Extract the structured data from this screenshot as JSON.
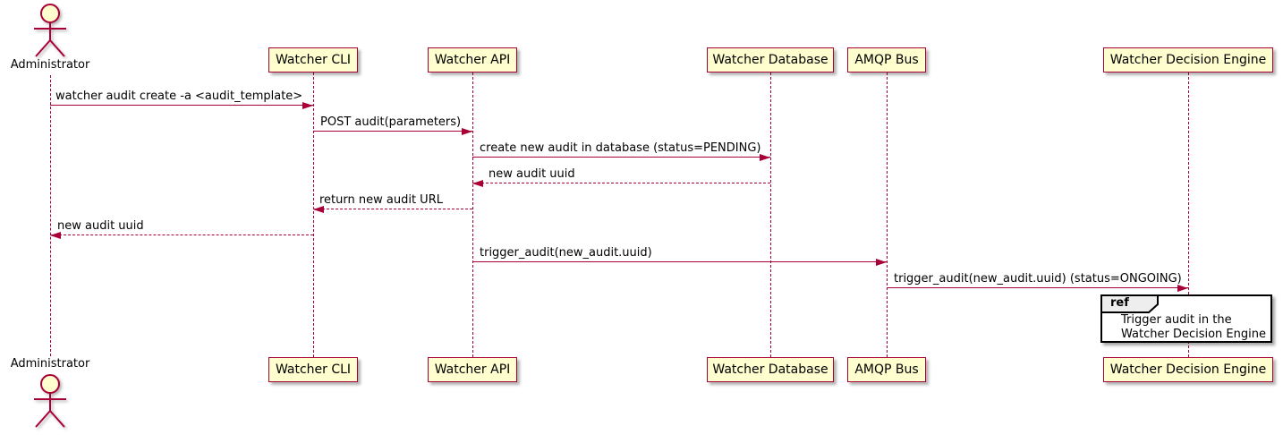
{
  "diagram": {
    "type": "sequence",
    "actor": {
      "label": "Administrator"
    },
    "participants": [
      {
        "label": "Watcher CLI"
      },
      {
        "label": "Watcher API"
      },
      {
        "label": "Watcher Database"
      },
      {
        "label": "AMQP Bus"
      },
      {
        "label": "Watcher Decision Engine"
      }
    ],
    "messages": [
      {
        "from": "Administrator",
        "to": "Watcher CLI",
        "label": "watcher audit create -a <audit_template>",
        "line": "solid"
      },
      {
        "from": "Watcher CLI",
        "to": "Watcher API",
        "label": "POST audit(parameters)",
        "line": "solid"
      },
      {
        "from": "Watcher API",
        "to": "Watcher Database",
        "label": "create new audit in database (status=PENDING)",
        "line": "solid"
      },
      {
        "from": "Watcher Database",
        "to": "Watcher API",
        "label": "new audit uuid",
        "line": "dashed"
      },
      {
        "from": "Watcher API",
        "to": "Watcher CLI",
        "label": "return new audit URL",
        "line": "dashed"
      },
      {
        "from": "Watcher CLI",
        "to": "Administrator",
        "label": "new audit uuid",
        "line": "dashed"
      },
      {
        "from": "Watcher API",
        "to": "AMQP Bus",
        "label": "trigger_audit(new_audit.uuid)",
        "line": "solid"
      },
      {
        "from": "AMQP Bus",
        "to": "Watcher Decision Engine",
        "label": "trigger_audit(new_audit.uuid) (status=ONGOING)",
        "line": "solid"
      }
    ],
    "ref": {
      "keyword": "ref",
      "line1": "Trigger audit in the",
      "line2": "Watcher Decision Engine"
    },
    "colors": {
      "participant_fill": "#FEFECE",
      "stroke": "#A80036",
      "text": "#000000",
      "ref_header_fill": "#EEEEEE",
      "ref_border": "#000000"
    }
  }
}
